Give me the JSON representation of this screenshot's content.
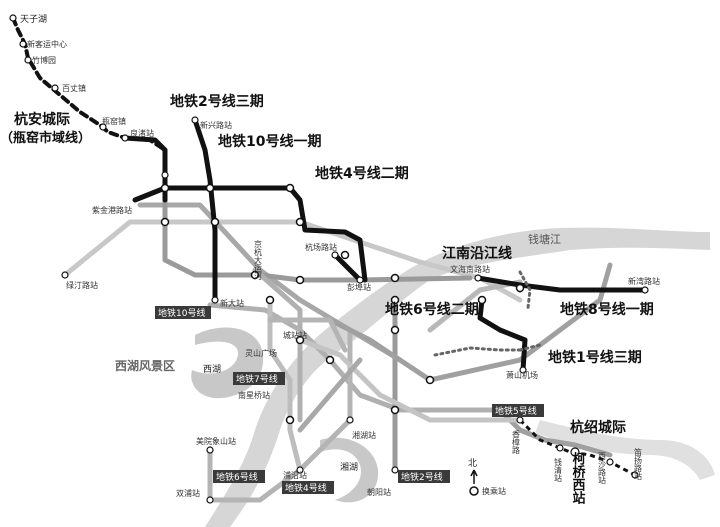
{
  "map": {
    "colors": {
      "river": "#d2d2d2",
      "lake": "#cfcfcf",
      "new_line": "#111111",
      "existing_line": "#9a9a9a",
      "tag_bg": "#3a3a3a"
    },
    "icons": [
      "north-arrow-icon",
      "interchange-icon"
    ],
    "lines": {
      "hangan": "杭安城际",
      "hangan_sub": "（瓶窑市域线）",
      "line2_phase3": "地铁2号线三期",
      "line10_phase1": "地铁10号线一期",
      "line4_phase2": "地铁4号线二期",
      "jiangnan": "江南沿江线",
      "line6_phase2": "地铁6号线二期",
      "line8_phase1": "地铁8号线一期",
      "line1_phase3": "地铁1号线三期",
      "hangshao": "杭绍城际"
    },
    "tags": {
      "line10": "地铁10号线",
      "line7": "地铁7号线",
      "line5": "地铁5号线",
      "line6": "地铁6号线",
      "line4": "地铁4号线",
      "line2": "地铁2号线"
    },
    "stations": {
      "tianzihu": "天子湖",
      "xinkejing": "新客运中心",
      "zhubo": "竹博园",
      "baizhang": "百丈镇",
      "pingyao": "瓶窑镇",
      "liangzhu": "良渚站",
      "xinxinglu": "新兴路站",
      "zijingang": "紫金港路站",
      "jingsheng": "京杭大运河",
      "hangchanglu": "杭场路站",
      "pengbu": "彭埠站",
      "wenhainanlu": "文海南路站",
      "xinwanlu": "新湾路站",
      "ludinglu": "绿汀路站",
      "xinda": "新大站",
      "chengzhan": "城站站",
      "lingshan": "灵山广场",
      "nanxingqiao": "南星桥站",
      "xiaoshanjichang": "萧山机场",
      "xianghulu": "湘湖站",
      "xiangmei": "香樟路",
      "yuanxiangshan": "美院象山站",
      "shuangpu": "双浦站",
      "puyan": "浦沿站",
      "chaoyang": "朝阳站",
      "qianqing": "钱清站",
      "keqiaoxi": "柯桥西站",
      "hepaolu": "西沙路站",
      "jieyanglu": "笛扬路站"
    },
    "areas": {
      "west_lake_scenic": "西湖风景区",
      "west_lake": "西湖",
      "xianghu": "湘湖",
      "qiantang": "钱塘江"
    },
    "legend": {
      "north": "北",
      "interchange": "换乘站"
    }
  }
}
